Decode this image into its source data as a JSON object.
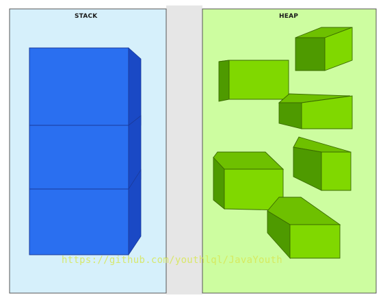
{
  "stack": {
    "title": "STACK"
  },
  "heap": {
    "title": "HEAP"
  },
  "watermark": "https://github.com/youthlql/JavaYouth",
  "colors": {
    "page_background": "#ffffff",
    "gap": "#e6e6e6",
    "stack_panel": "#d6f0fb",
    "heap_panel": "#cdfda0",
    "stack_block_front": "#2a6ff0",
    "stack_block_side": "#1a49c5",
    "heap_block_front": "#80d800",
    "heap_block_side": "#4e9a00",
    "heap_block_top": "#6ec000",
    "outline": "#444444"
  }
}
